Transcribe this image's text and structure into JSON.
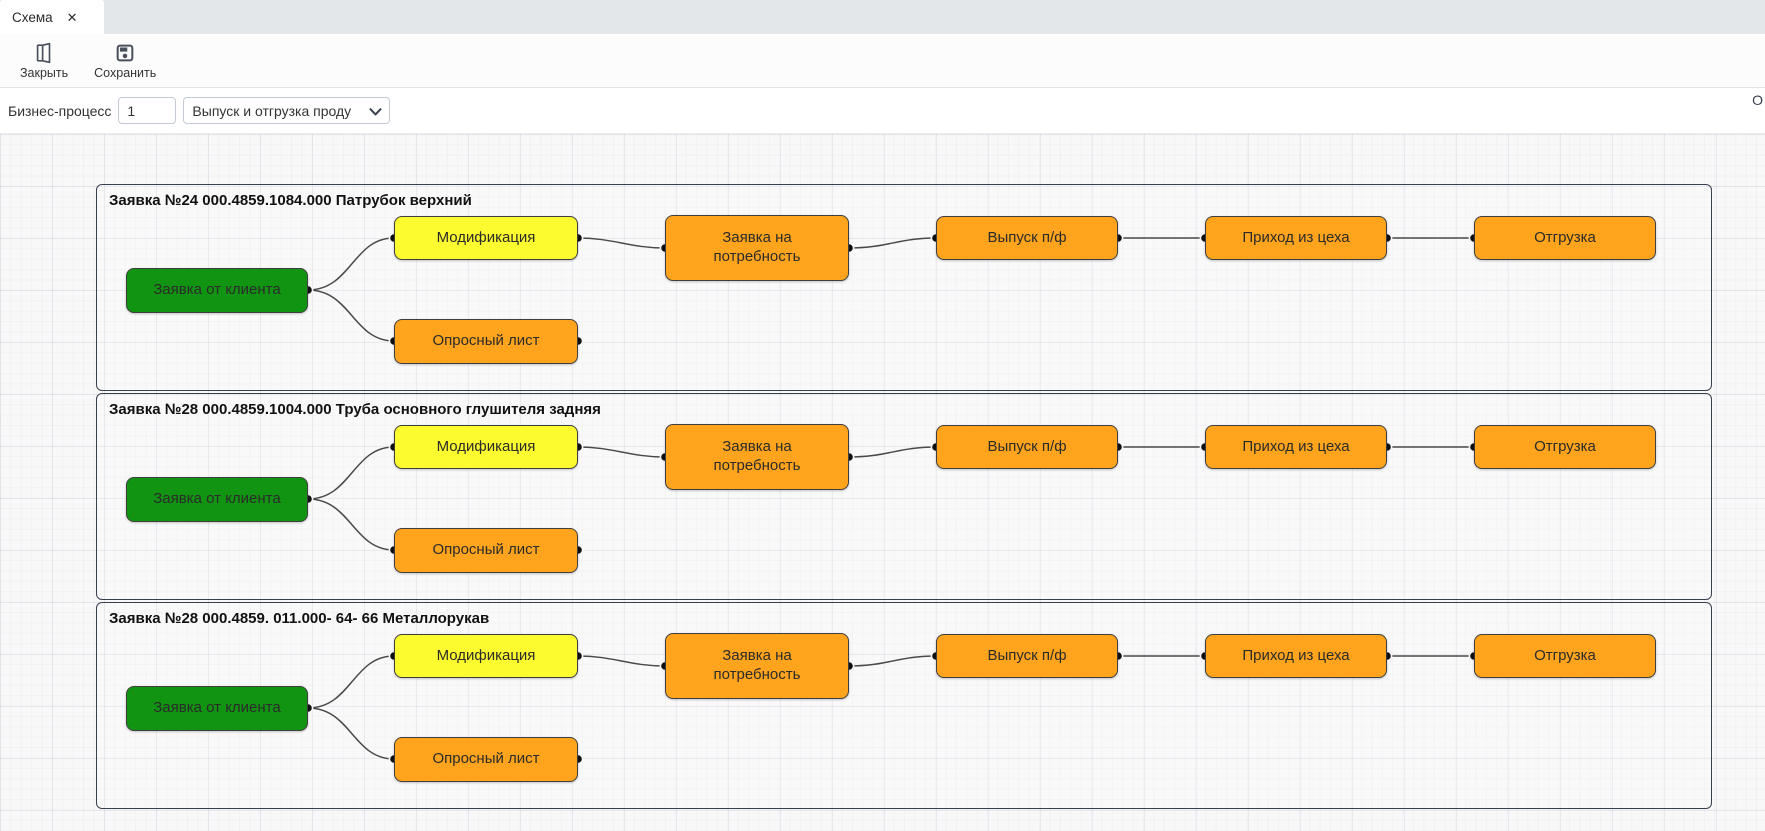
{
  "window": {
    "tab": {
      "label": "Схема"
    },
    "toolbar": {
      "close_button": "Закрыть",
      "save_button": "Сохранить",
      "clipped_right_text": "O"
    },
    "process_bar": {
      "label": "Бизнес-процесс",
      "number_value": "1",
      "process_name": "Выпуск и отгрузка проду"
    }
  },
  "icons": {
    "tab_close": "✕"
  },
  "node_labels": {
    "client_request": "Заявка от клиента",
    "modification": "Модификация",
    "questionnaire": "Опросный лист",
    "demand_request": "Заявка на потребность",
    "semi_finished_output": "Выпуск п/ф",
    "workshop_receipt": "Приход из цеха",
    "shipment": "Отгрузка"
  },
  "groups": [
    {
      "title": "Заявка №24 000.4859.1084.000 Патрубок верхний"
    },
    {
      "title": "Заявка №28 000.4859.1004.000 Труба основного глушителя задняя"
    },
    {
      "title": "Заявка №28 000.4859. 011.000- 64- 66 Металлорукав"
    }
  ],
  "colors": {
    "start_node": "#119411",
    "modification_node": "#fbfb30",
    "task_node": "#ffa41c",
    "node_border": "#3f3f3f",
    "group_border": "#39404d",
    "edge": "#4a4a4a"
  }
}
